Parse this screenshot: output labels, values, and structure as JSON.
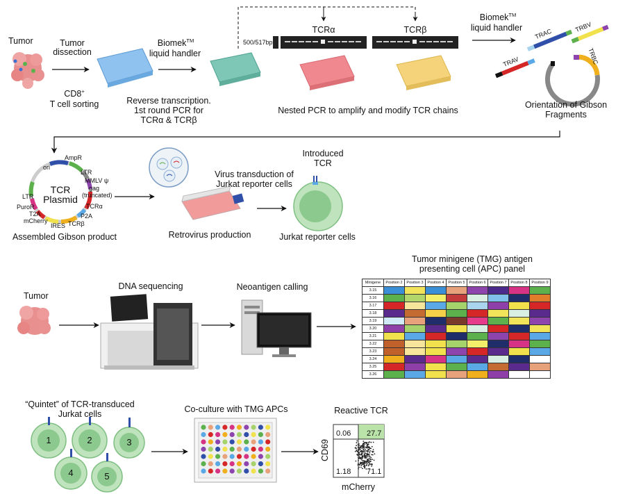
{
  "row1": {
    "tumor": "Tumor",
    "dissection_line1": "Tumor",
    "dissection_line2": "dissection",
    "cd8_line1": "CD8",
    "cd8_sup": "+",
    "cd8_line2": "T cell sorting",
    "biomek1_line1": "Biomek",
    "biomek_sup": "TM",
    "biomek1_line2": "liquid handler",
    "rt_line1": "Reverse transcription.",
    "rt_line2": "1st round PCR for",
    "rt_line3": "TCRα & TCRβ",
    "gel_marker": "500/517bp",
    "gel_alpha": "TCRα",
    "gel_beta": "TCRβ",
    "nested_pcr": "Nested PCR to amplify and modify TCR chains",
    "biomek2_line1": "Biomek",
    "biomek2_line2": "liquid handler",
    "frag_trac": "TRAC",
    "frag_trbv": "TRBV",
    "frag_trav": "TRAV",
    "frag_trbc": "TRBC",
    "orientation_line1": "Orientation of Gibson",
    "orientation_line2": "Fragments"
  },
  "row2": {
    "plasmid_title1": "TCR",
    "plasmid_title2": "Plasmid",
    "plasmid_labels": {
      "ori": "ori",
      "ampr": "AmpR",
      "ltr1": "LTR",
      "mmlv": "MMLV ψ",
      "gag": "gag",
      "truncated": "(truncated)",
      "tcra": "TCRα",
      "p2a": "P2A",
      "tcrb": "TCRβ",
      "ires": "IRES",
      "mcherry": "mCherry",
      "t2a": "T2A",
      "puror": "PuroR",
      "ltr2": "LTR"
    },
    "assembled": "Assembled Gibson product",
    "retrovirus": "Retrovirus production",
    "transduction_line1": "Virus transduction of",
    "transduction_line2": "Jurkat reporter cells",
    "introduced_line1": "Introduced",
    "introduced_line2": "TCR",
    "jurkat": "Jurkat reporter cells"
  },
  "row3": {
    "tumor": "Tumor",
    "dna_seq": "DNA sequencing",
    "neoantigen": "Neoantigen calling",
    "tmg_title1": "Tumor minigene (TMG) antigen",
    "tmg_title2": "presenting cell (APC)  panel",
    "table": {
      "headers": [
        "Minigene",
        "Position 2",
        "Position 3",
        "Position 4",
        "Position 5",
        "Position 6",
        "Position 7",
        "Position 8",
        "Position 9"
      ],
      "rows": [
        "3.15",
        "3.16",
        "3.17",
        "3.18",
        "3.19",
        "3.20",
        "3.21",
        "3.22",
        "3.23",
        "3.24",
        "3.25",
        "3.26"
      ],
      "colors": [
        [
          "#3a8fd6",
          "#f1e35a",
          "#3a8fd6",
          "#e8a27b",
          "#8e44ad",
          "#4b2a8c",
          "#d63384",
          "#5db14d"
        ],
        [
          "#5db14d",
          "#b3d66a",
          "#f3ef6b",
          "#c43b3b",
          "#d9efe3",
          "#7fbfe9",
          "#1f2d6b",
          "#e07d2a"
        ],
        [
          "#d62728",
          "#f6e59a",
          "#5aa9e6",
          "#a6d26b",
          "#a8d4ee",
          "#8e3fa8",
          "#f0e14d",
          "#d62728"
        ],
        [
          "#5a2a8c",
          "#c46b31",
          "#f3d24a",
          "#5db14d",
          "#d62728",
          "#f1e35a",
          "#d9efe3",
          "#5a2a8c"
        ],
        [
          "#d1eaf7",
          "#e8a27b",
          "#1f2d6b",
          "#7a3b2a",
          "#e63a8b",
          "#5db14d",
          "#f1e35a",
          "#8e44ad"
        ],
        [
          "#8e3fa8",
          "#a6d26b",
          "#5a2a8c",
          "#f0e14d",
          "#d9efe3",
          "#d62728",
          "#1f2d6b",
          "#f1e35a"
        ],
        [
          "#f0e14d",
          "#5aa9e6",
          "#d62728",
          "#1f2d6b",
          "#5db14d",
          "#8e44ad",
          "#d62728",
          "#5aa9e6"
        ],
        [
          "#c0602a",
          "#f6e59a",
          "#f0e14d",
          "#a6d26b",
          "#f3ef6b",
          "#1f2d6b",
          "#d63384",
          "#5db14d"
        ],
        [
          "#c0602a",
          "#f6e59a",
          "#f0e14d",
          "#8e44ad",
          "#d62728",
          "#5a2a8c",
          "#f0e14d",
          "#5aa9e6"
        ],
        [
          "#f0b01e",
          "#5a2a8c",
          "#d63384",
          "#5aa9e6",
          "#5a2a8c",
          "#d9efe3",
          "#1f2d6b",
          "#ffffff"
        ],
        [
          "#d62728",
          "#8e3fa8",
          "#f0e14d",
          "#5db14d",
          "#5aa9e6",
          "#c46b31",
          "#5a2a8c",
          "#e8a27b"
        ],
        [
          "#5db14d",
          "#5aa9e6",
          "#f0e14d",
          "#e8a27b",
          "#f0b01e",
          "#8e3fa8",
          "#ffffff",
          "#ffffff"
        ]
      ]
    }
  },
  "row4": {
    "quintet_line1": "“Quintet” of TCR-transduced",
    "quintet_line2": "Jurkat cells",
    "cells": [
      "1",
      "2",
      "3",
      "4",
      "5"
    ],
    "coculture": "Co-culture with TMG APCs",
    "reactive": "Reactive TCR",
    "flow": {
      "ylabel": "CD69",
      "xlabel": "mCherry",
      "q_ul": "0.06",
      "q_ur": "27.7",
      "q_ll": "1.18",
      "q_lr": "71.1"
    }
  },
  "colors": {
    "arrow": "#111111",
    "cell_fill": "#9fd3a0",
    "cell_nucleus": "#7fbf82",
    "tumor_pink": "#e88f8f",
    "plate_blue": "#8fc2ee",
    "plate_teal": "#7ec7b6",
    "plate_red": "#f0898f",
    "plate_yellow": "#f5d37a",
    "highlight_green": "#b9e3a9"
  }
}
